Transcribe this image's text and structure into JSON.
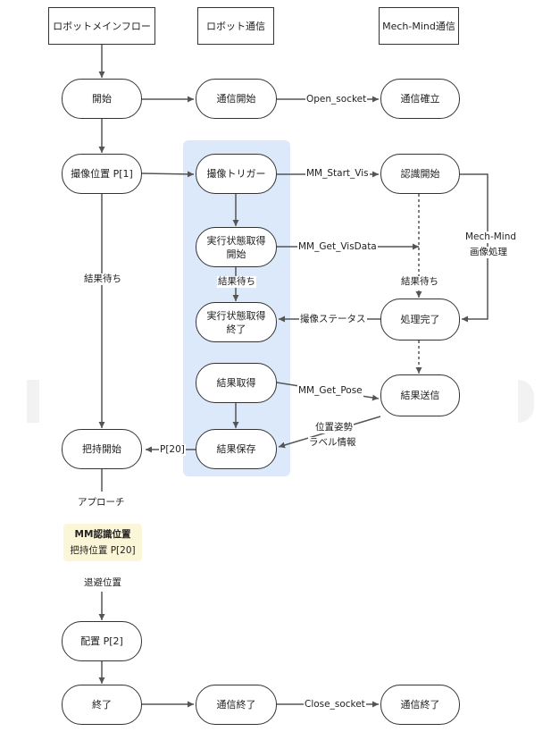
{
  "columns": {
    "robot_main_flow": "ロボットメインフロー",
    "robot_comm": "ロボット通信",
    "mechmind_comm": "Mech-Mind通信"
  },
  "nodes": {
    "start": "開始",
    "capture_position": "撮像位置 P[1]",
    "grasp_start": "把持開始",
    "place": "配置 P[2]",
    "end": "終了",
    "comm_start": "通信開始",
    "capture_trigger": "撮像トリガー",
    "exec_status_start": "実行状態取得\n開始",
    "exec_status_end": "実行状態取得\n終了",
    "result_get": "結果取得",
    "result_save": "結果保存",
    "comm_end_robot": "通信終了",
    "comm_established": "通信確立",
    "recognition_start": "認識開始",
    "processing_done": "処理完了",
    "result_send": "結果送信",
    "comm_end_mm": "通信終了"
  },
  "edge_labels": {
    "open_socket": "Open_socket",
    "mm_start_vis": "MM_Start_Vis",
    "mm_get_visdata": "MM_Get_VisData",
    "capture_status": "撮像ステータス",
    "mm_get_pose": "MM_Get_Pose",
    "pose_position": "位置姿勢",
    "label_info": "ラベル情報",
    "p20": "P[20]",
    "close_socket": "Close_socket",
    "mechmind_image_processing_1": "Mech-Mind",
    "mechmind_image_processing_2": "画像処理",
    "wait_result_main": "結果待ち",
    "wait_result_robot": "結果待ち",
    "wait_result_mm": "結果待ち",
    "approach": "アプローチ",
    "retreat_position": "退避位置"
  },
  "note": {
    "title": "MM認識位置",
    "subtitle": "把持位置 P[20]"
  },
  "colors": {
    "highlight_region": "#dbe9fb",
    "note_background": "#fcf6d8",
    "line": "#555555"
  }
}
